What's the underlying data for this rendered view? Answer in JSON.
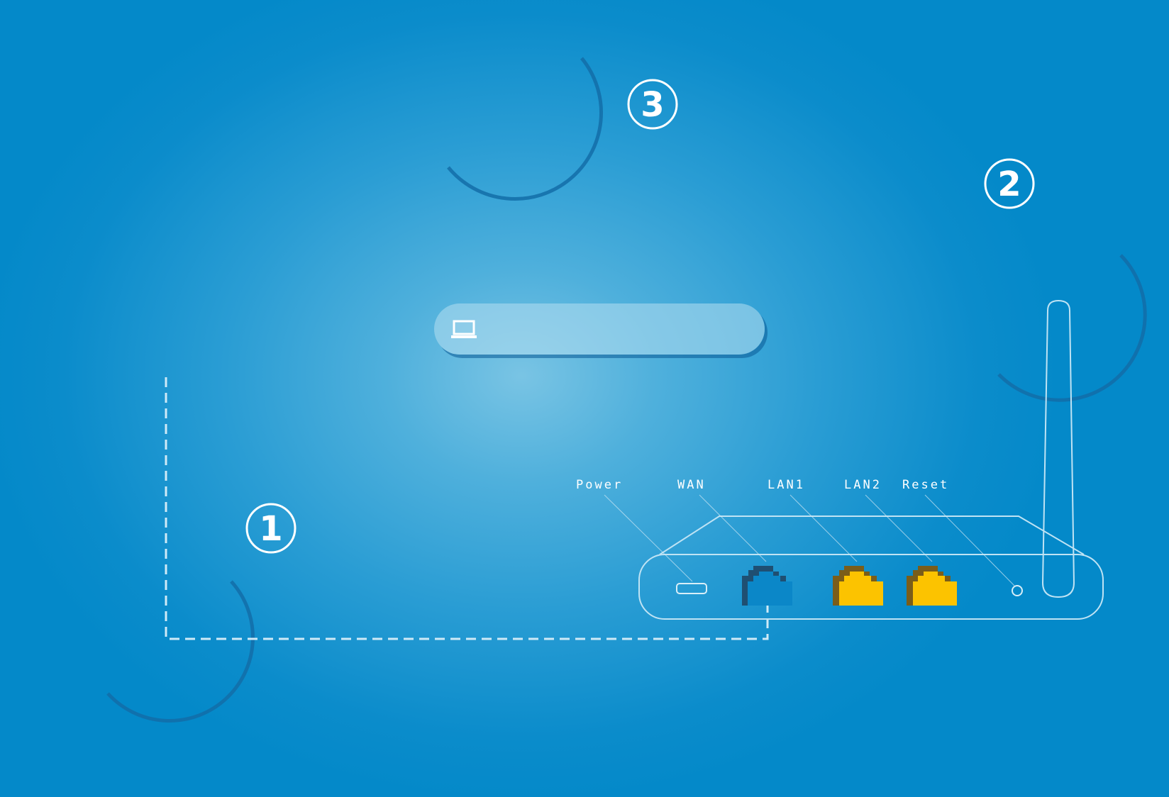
{
  "steps": {
    "one": "1",
    "two": "2",
    "three": "3"
  },
  "address_bar": {
    "value": "",
    "placeholder": "",
    "icon": "laptop-icon"
  },
  "router": {
    "port_labels": {
      "power": "Power",
      "wan": "WAN",
      "lan1": "LAN1",
      "lan2": "LAN2",
      "reset": "Reset"
    },
    "colors": {
      "wan_port": "#0b87c8",
      "wan_port_shadow": "#1f4f72",
      "lan_port": "#fcc300",
      "lan_port_shadow": "#7a5d1a",
      "outline": "#bfe3f4"
    }
  },
  "colors": {
    "background_outer": "#0489c9",
    "background_center": "#79c4e4",
    "arc": "#136da8",
    "dashed_cable": "#cfeaf7"
  }
}
